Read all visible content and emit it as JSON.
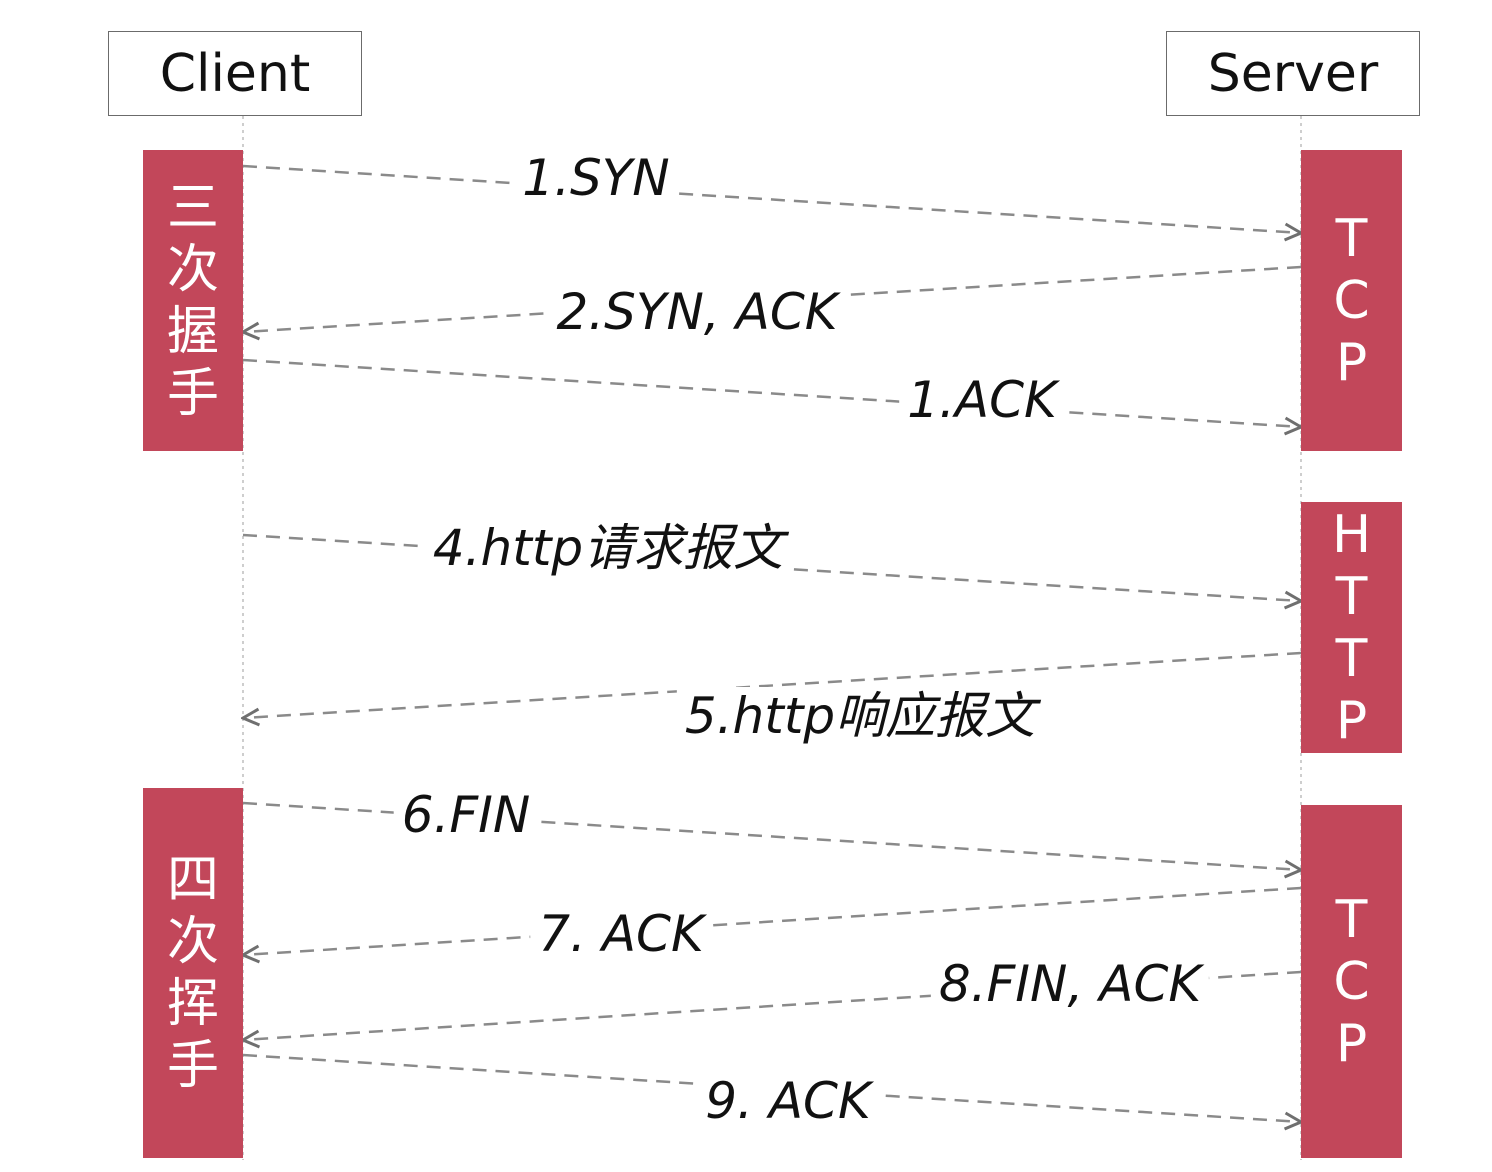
{
  "participants": {
    "client": "Client",
    "server": "Server"
  },
  "colors": {
    "block": "#c2475a",
    "line": "#8a8a8a",
    "lifeline": "#bdbdbd"
  },
  "client_phases": [
    {
      "id": "handshake",
      "label": "三次握手"
    },
    {
      "id": "wave",
      "label": "四次挥手"
    }
  ],
  "server_phases": [
    {
      "id": "tcp1",
      "label": "TCP"
    },
    {
      "id": "http",
      "label": "HTTP"
    },
    {
      "id": "tcp2",
      "label": "TCP"
    }
  ],
  "messages": [
    {
      "label": "1.SYN",
      "direction": "to-server"
    },
    {
      "label": "2.SYN, ACK",
      "direction": "to-client"
    },
    {
      "label": "1.ACK",
      "direction": "to-server"
    },
    {
      "label": "4.http请求报文",
      "direction": "to-server"
    },
    {
      "label": "5.http响应报文",
      "direction": "to-client"
    },
    {
      "label": "6.FIN",
      "direction": "to-server"
    },
    {
      "label": "7. ACK",
      "direction": "to-client"
    },
    {
      "label": "8.FIN, ACK",
      "direction": "to-client"
    },
    {
      "label": "9. ACK",
      "direction": "to-server"
    }
  ]
}
